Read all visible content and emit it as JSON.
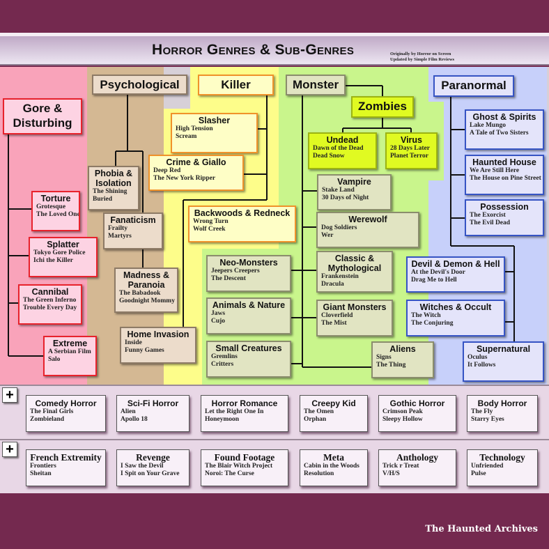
{
  "header": {
    "title": "Horror Genres & Sub-Genres",
    "credit_1": "Originally by Horror on Screen",
    "credit_2": "Updated by Simple Film Reviews"
  },
  "colors": {
    "frame": "#74294f",
    "gore": "#f9a3ba",
    "psychological": "#d4b893",
    "killer": "#fdfd8a",
    "monster": "#c9f58c",
    "paranormal": "#c7d0fa"
  },
  "nodes": {
    "gore": {
      "title": "Gore & Disturbing",
      "films": []
    },
    "psychological": {
      "title": "Psychological",
      "films": []
    },
    "killer": {
      "title": "Killer",
      "films": []
    },
    "monster": {
      "title": "Monster",
      "films": []
    },
    "zombies": {
      "title": "Zombies",
      "films": []
    },
    "paranormal": {
      "title": "Paranormal",
      "films": []
    },
    "torture": {
      "title": "Torture",
      "films": [
        "Grotesque",
        "The Loved Ones"
      ]
    },
    "splatter": {
      "title": "Splatter",
      "films": [
        "Tokyo Gore Police",
        "Ichi the Killer"
      ]
    },
    "cannibal": {
      "title": "Cannibal",
      "films": [
        "The Green Inferno",
        "Trouble Every Day"
      ]
    },
    "extreme": {
      "title": "Extreme",
      "films": [
        "A Serbian Film",
        "Salo"
      ]
    },
    "phobia": {
      "title": "Phobia & Isolation",
      "films": [
        "The Shining",
        "Buried"
      ]
    },
    "fanaticism": {
      "title": "Fanaticism",
      "films": [
        "Frailty",
        "Martyrs"
      ]
    },
    "madness": {
      "title": "Madness & Paranoia",
      "films": [
        "The Babadook",
        "Goodnight Mommy"
      ]
    },
    "home_invasion": {
      "title": "Home Invasion",
      "films": [
        "Inside",
        "Funny Games"
      ]
    },
    "slasher": {
      "title": "Slasher",
      "films": [
        "High Tension",
        "Scream"
      ]
    },
    "crime": {
      "title": "Crime & Giallo",
      "films": [
        "Deep Red",
        "The New York Ripper"
      ]
    },
    "backwoods": {
      "title": "Backwoods & Redneck",
      "films": [
        "Wrong Turn",
        "Wolf Creek"
      ]
    },
    "neo": {
      "title": "Neo-Monsters",
      "films": [
        "Jeepers Creepers",
        "The Descent"
      ]
    },
    "animals": {
      "title": "Animals & Nature",
      "films": [
        "Jaws",
        "Cujo"
      ]
    },
    "small": {
      "title": "Small Creatures",
      "films": [
        "Gremlins",
        "Critters"
      ]
    },
    "undead": {
      "title": "Undead",
      "films": [
        "Dawn of the Dead",
        "Dead Snow"
      ]
    },
    "virus": {
      "title": "Virus",
      "films": [
        "28 Days Later",
        "Planet Terror"
      ]
    },
    "vampire": {
      "title": "Vampire",
      "films": [
        "Stake Land",
        "30 Days of Night"
      ]
    },
    "werewolf": {
      "title": "Werewolf",
      "films": [
        "Dog Soldiers",
        "Wer"
      ]
    },
    "classic": {
      "title": "Classic & Mythological",
      "films": [
        "Frankenstein",
        "Dracula"
      ]
    },
    "giant": {
      "title": "Giant Monsters",
      "films": [
        "Cloverfield",
        "The Mist"
      ]
    },
    "aliens": {
      "title": "Aliens",
      "films": [
        "Signs",
        "The Thing"
      ]
    },
    "ghost": {
      "title": "Ghost & Spirits",
      "films": [
        "Lake Mungo",
        "A Tale of Two Sisters"
      ]
    },
    "haunted": {
      "title": "Haunted House",
      "films": [
        "We Are Still Here",
        "The House on Pine Street"
      ]
    },
    "possession": {
      "title": "Possession",
      "films": [
        "The Exorcist",
        "The Evil Dead"
      ]
    },
    "devil": {
      "title": "Devil & Demon & Hell",
      "films": [
        "At the Devil's Door",
        "Drag Me to Hell"
      ]
    },
    "witches": {
      "title": "Witches & Occult",
      "films": [
        "The Witch",
        "The Conjuring"
      ]
    },
    "supernatural": {
      "title": "Supernatural",
      "films": [
        "Oculus",
        "It Follows"
      ]
    }
  },
  "rows": [
    {
      "expand_label": "+",
      "items": [
        {
          "title": "Comedy Horror",
          "films": [
            "The Final Girls",
            "Zombieland"
          ]
        },
        {
          "title": "Sci-Fi  Horror",
          "films": [
            "Alien",
            "Apollo 18"
          ]
        },
        {
          "title": "Horror Romance",
          "films": [
            "Let the Right One In",
            "Honeymoon"
          ]
        },
        {
          "title": "Creepy Kid",
          "films": [
            "The Omen",
            "Orphan"
          ]
        },
        {
          "title": "Gothic Horror",
          "films": [
            "Crimson Peak",
            "Sleepy Hollow"
          ]
        },
        {
          "title": "Body Horror",
          "films": [
            "The Fly",
            "Starry Eyes"
          ]
        }
      ]
    },
    {
      "expand_label": "+",
      "items": [
        {
          "title": "French Extremity",
          "films": [
            "Frontiers",
            "Sheitan"
          ]
        },
        {
          "title": "Revenge",
          "films": [
            "I Saw the Devil",
            "I Spit on Your Grave"
          ]
        },
        {
          "title": "Found Footage",
          "films": [
            "The Blair Witch Project",
            "Noroi: The Curse"
          ]
        },
        {
          "title": "Meta",
          "films": [
            "Cabin in the Woods",
            "Resolution"
          ]
        },
        {
          "title": "Anthology",
          "films": [
            "Trick r Treat",
            "V/H/S"
          ]
        },
        {
          "title": "Technology",
          "films": [
            "Unfriended",
            "Pulse"
          ]
        }
      ]
    }
  ],
  "footer": {
    "brand": "The Haunted Archives"
  }
}
